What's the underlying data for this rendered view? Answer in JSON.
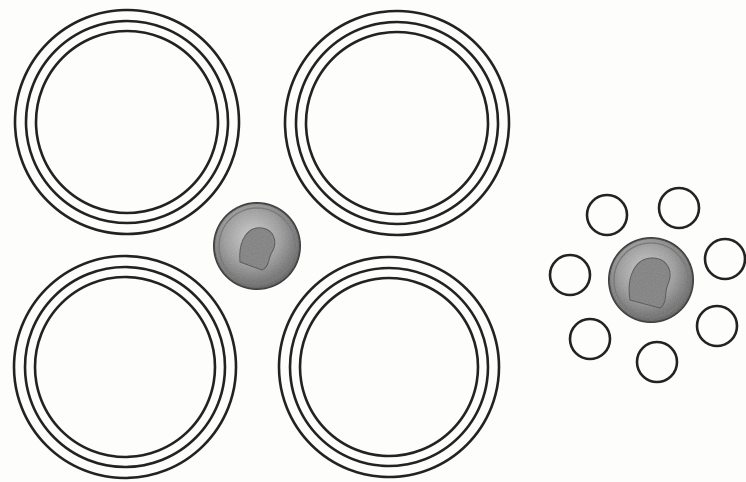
{
  "figure": {
    "left_group": {
      "large_rings": 4,
      "ring_style": "triple concentric outline",
      "center_object": "coin"
    },
    "right_group": {
      "small_rings": 7,
      "ring_style": "single outline",
      "center_object": "coin"
    },
    "colors": {
      "ink": "#222222",
      "paper": "#fdfdfb",
      "coin_face": "#9a9a9a",
      "coin_shadow": "#5a5a5a",
      "coin_highlight": "#d8d8d8"
    }
  }
}
